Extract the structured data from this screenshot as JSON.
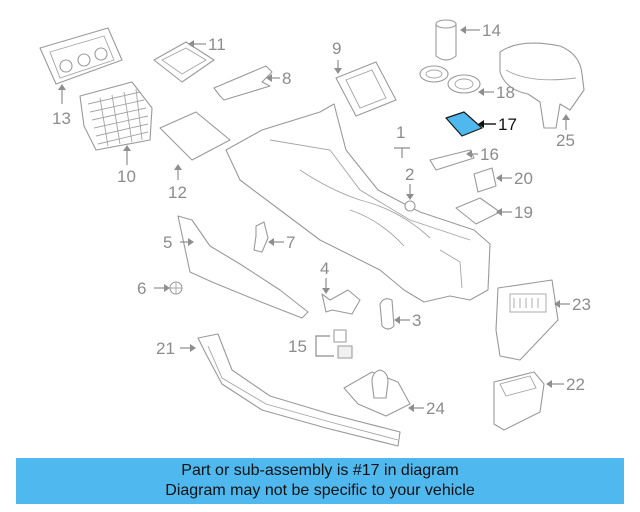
{
  "diagram": {
    "highlight_color": "#4fb8ee",
    "highlighted_part": "17",
    "callouts": {
      "c1": "1",
      "c2": "2",
      "c3": "3",
      "c4": "4",
      "c5": "5",
      "c6": "6",
      "c7": "7",
      "c8": "8",
      "c9": "9",
      "c10": "10",
      "c11": "11",
      "c12": "12",
      "c13": "13",
      "c14": "14",
      "c15": "15",
      "c16": "16",
      "c17": "17",
      "c18": "18",
      "c19": "19",
      "c20": "20",
      "c21": "21",
      "c22": "22",
      "c23": "23",
      "c24": "24",
      "c25": "25"
    }
  },
  "banner": {
    "line1": "Part or sub-assembly is #17 in diagram",
    "line2": "Diagram may not be specific to your vehicle"
  }
}
